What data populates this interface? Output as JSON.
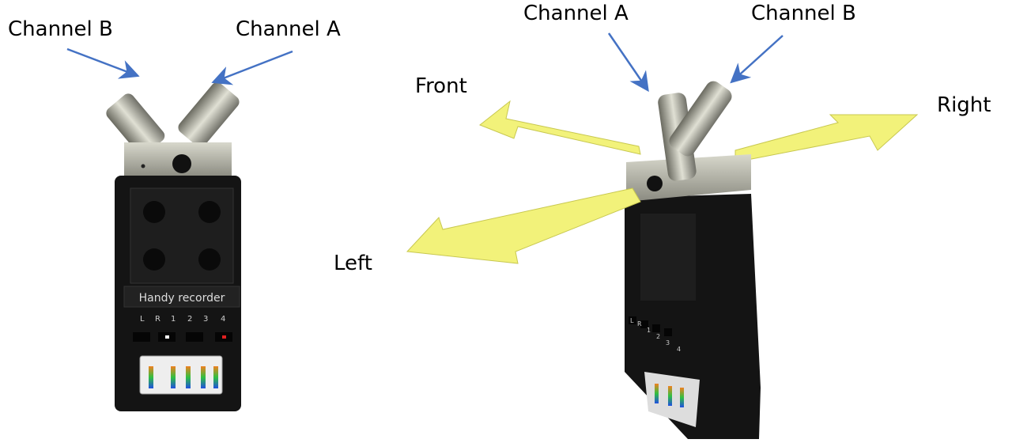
{
  "left_view": {
    "label_channel_b": "Channel B",
    "label_channel_a": "Channel A",
    "device_name": "Handy recorder",
    "channel_buttons": [
      "L",
      "R",
      "1",
      "2",
      "3",
      "4"
    ]
  },
  "right_view": {
    "label_channel_a": "Channel A",
    "label_channel_b": "Channel B",
    "direction_front": "Front",
    "direction_right": "Right",
    "direction_left": "Left",
    "channel_buttons": [
      "L",
      "R",
      "1",
      "2",
      "3",
      "4"
    ]
  },
  "colors": {
    "pointer_arrow": "#4472c4",
    "direction_arrow": "#f2f27a",
    "device_body": "#141414",
    "mic_metal": "#b8b8a8"
  }
}
